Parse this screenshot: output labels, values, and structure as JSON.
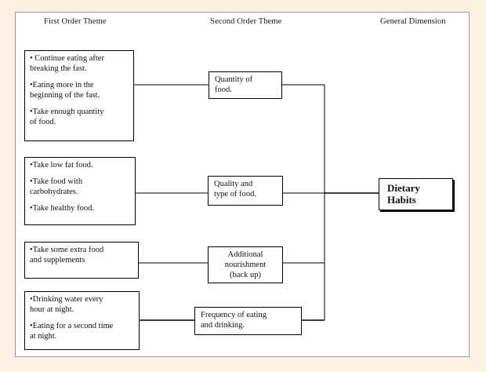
{
  "headers": {
    "first_order": "First Order Theme",
    "second_order": "Second Order Theme",
    "general": "General Dimension"
  },
  "first_order_boxes": [
    {
      "items": [
        "• Continue eating after\nbreaking the fast.",
        "•Eating more in the\nbeginning of the fast.",
        "•Take enough quantity\nof food."
      ]
    },
    {
      "items": [
        "•Take low fat food.",
        "•Take food with\ncarbohydrates.",
        "•Take  healthy food."
      ]
    },
    {
      "items": [
        "•Take some extra food\nand supplements"
      ]
    },
    {
      "items": [
        "•Drinking water every\nhour at night.",
        "•Eating for a second time\nat night."
      ]
    }
  ],
  "second_order_boxes": [
    {
      "label": "Quantity of\nfood."
    },
    {
      "label": "Quality and\ntype of food."
    },
    {
      "label": "Additional\nnourishment\n(back up)"
    },
    {
      "label": "Frequency of eating\nand drinking."
    }
  ],
  "general_dimension": {
    "label": "Dietary\nHabits"
  },
  "colors": {
    "background": "#fbf0e2",
    "panel": "#ffffff",
    "line": "#000000"
  }
}
